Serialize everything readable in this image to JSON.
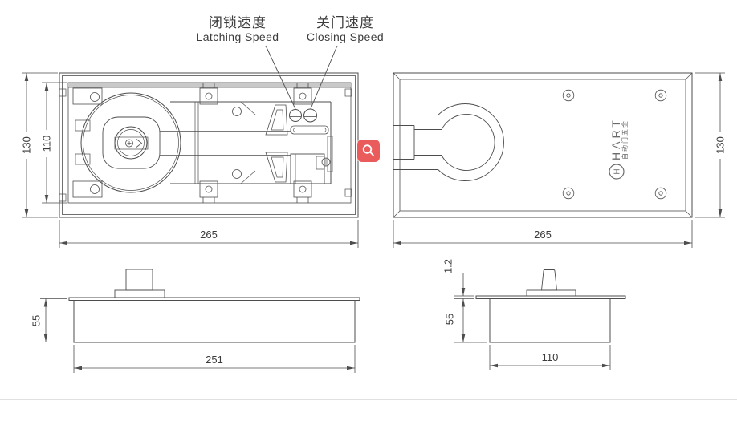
{
  "page": {
    "background": "#ffffff",
    "line_color": "#4d4d4d",
    "divider_color": "#e0e0e0",
    "accent_color": "#ea5c5c"
  },
  "callouts": {
    "latching": {
      "cn": "闭锁速度",
      "en": "Latching Speed"
    },
    "closing": {
      "cn": "关门速度",
      "en": "Closing Speed"
    }
  },
  "views": {
    "plan_mechanism": {
      "dim_height_outer": "130",
      "dim_height_inner": "110",
      "dim_width": "265"
    },
    "plan_base": {
      "dim_height": "130",
      "dim_width": "265",
      "logo": {
        "mark": "H",
        "brand": "HART",
        "tagline_cn": "自动门五金"
      }
    },
    "side_long": {
      "dim_height": "55",
      "dim_width": "251"
    },
    "side_end": {
      "dim_plate_thickness": "1.2",
      "dim_height": "55",
      "dim_width": "110"
    }
  },
  "zoom_badge": {
    "icon": "magnifier",
    "color": "#ea5c5c"
  }
}
